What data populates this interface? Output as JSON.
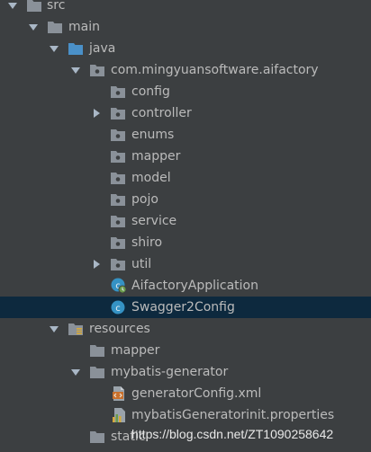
{
  "project_tree": {
    "items": [
      {
        "label": "src",
        "icon": "folder-icon",
        "expanded": true
      },
      {
        "label": "main",
        "icon": "folder-icon",
        "expanded": true
      },
      {
        "label": "java",
        "icon": "source-folder-icon",
        "expanded": true
      },
      {
        "label": "com.mingyuansoftware.aifactory",
        "icon": "package-icon",
        "expanded": true
      },
      {
        "label": "config",
        "icon": "package-icon"
      },
      {
        "label": "controller",
        "icon": "package-icon",
        "expanded": false
      },
      {
        "label": "enums",
        "icon": "package-icon"
      },
      {
        "label": "mapper",
        "icon": "package-icon"
      },
      {
        "label": "model",
        "icon": "package-icon"
      },
      {
        "label": "pojo",
        "icon": "package-icon"
      },
      {
        "label": "service",
        "icon": "package-icon"
      },
      {
        "label": "shiro",
        "icon": "package-icon"
      },
      {
        "label": "util",
        "icon": "package-icon",
        "expanded": false
      },
      {
        "label": "AifactoryApplication",
        "icon": "spring-boot-class-icon"
      },
      {
        "label": "Swagger2Config",
        "icon": "class-icon",
        "selected": true
      },
      {
        "label": "resources",
        "icon": "resources-folder-icon",
        "expanded": true
      },
      {
        "label": "mapper",
        "icon": "folder-icon"
      },
      {
        "label": "mybatis-generator",
        "icon": "folder-icon",
        "expanded": true
      },
      {
        "label": "generatorConfig.xml",
        "icon": "xml-file-icon"
      },
      {
        "label": "mybatisGeneratorinit.properties",
        "icon": "properties-file-icon"
      },
      {
        "label": "static",
        "icon": "folder-icon"
      }
    ]
  },
  "watermark": "https://blog.csdn.net/ZT1090258642",
  "colors": {
    "background": "#3c3f41",
    "selection": "#0d293e",
    "text": "#bbbbbb",
    "folder": "#8a9199",
    "source_folder": "#4a90c8",
    "class_badge": "#3592c4"
  }
}
